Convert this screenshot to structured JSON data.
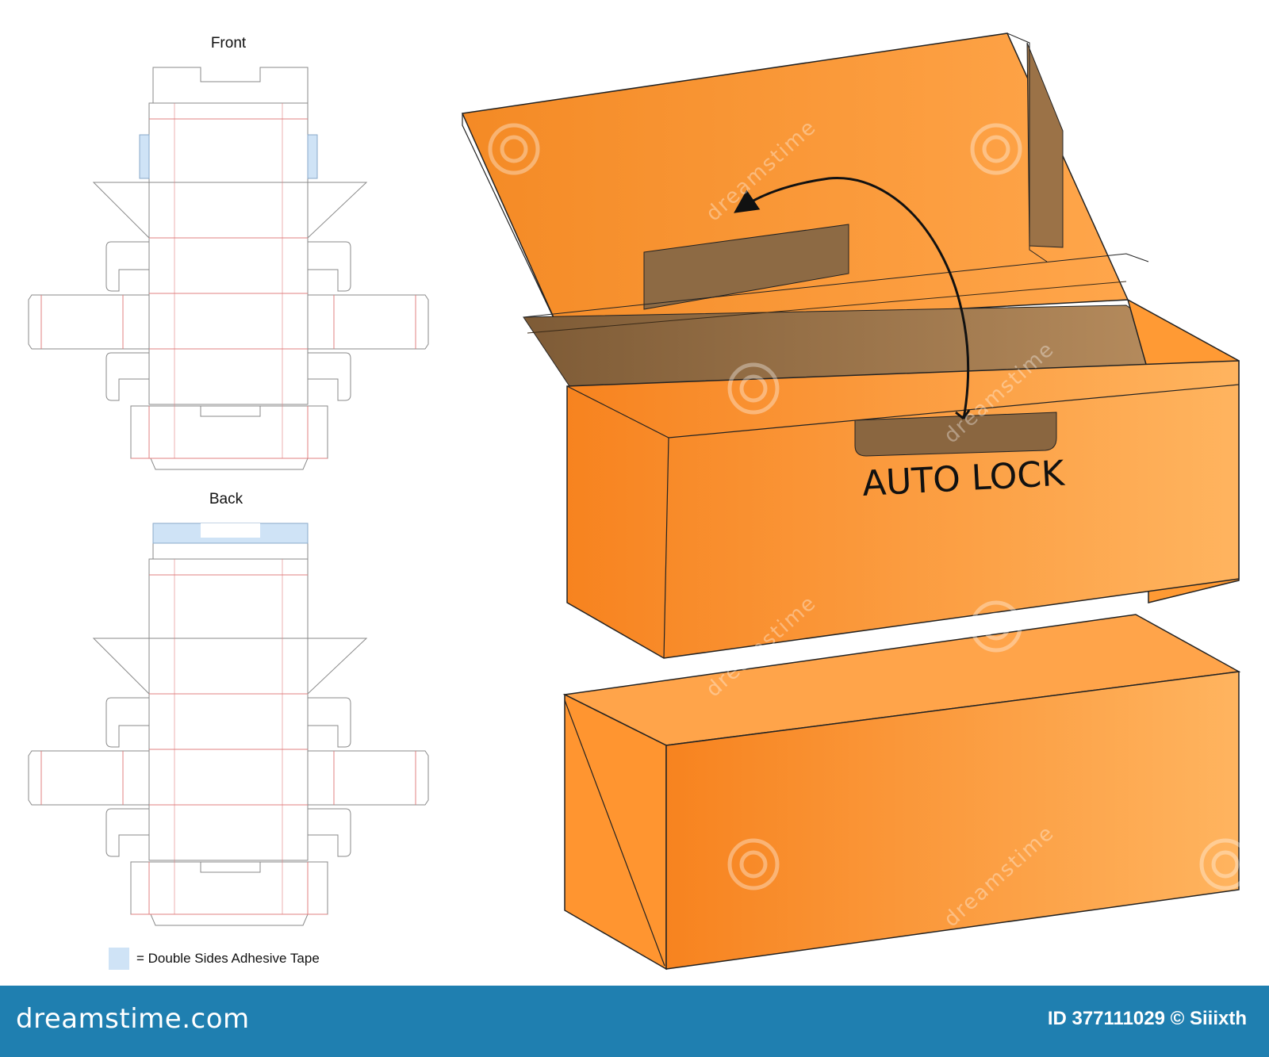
{
  "dielines": {
    "front_label": "Front",
    "back_label": "Back",
    "legend_text": "= Double Sides Adhesive Tape",
    "tape_color": "#cfe3f6",
    "cut_color": "#8a8a8a",
    "fold_color": "#e08080"
  },
  "box": {
    "callout": "AUTO LOCK",
    "orange_dark": "#f7831f",
    "orange_light": "#ffb45f",
    "interior_color": "#a57b4d"
  },
  "watermark": {
    "text": "dreamstime"
  },
  "footer": {
    "brand": "dreamstime.com",
    "id_line": "ID 377111029 © Siiixth"
  }
}
